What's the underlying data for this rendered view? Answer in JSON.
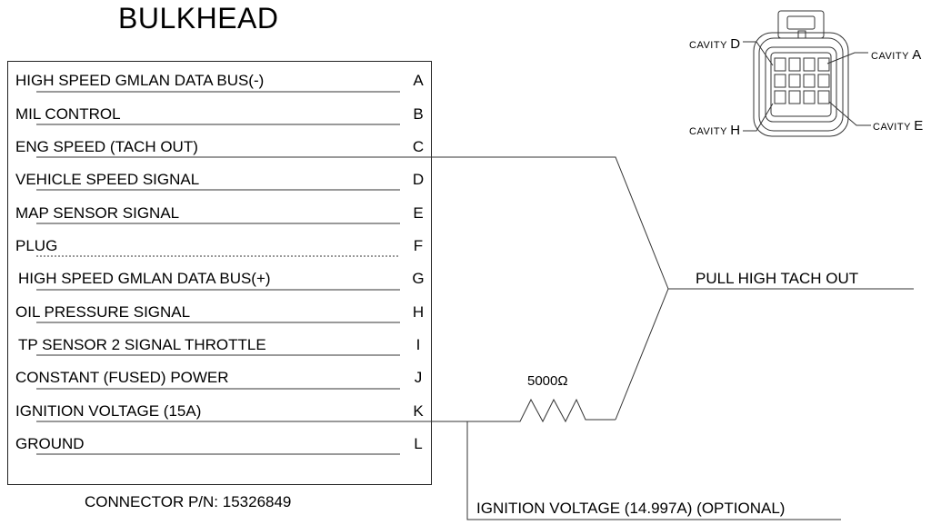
{
  "title": "BULKHEAD",
  "pins": [
    {
      "label": "HIGH SPEED GMLAN DATA BUS(-)",
      "cavity": "A"
    },
    {
      "label": "MIL CONTROL",
      "cavity": "B"
    },
    {
      "label": "ENG SPEED (TACH OUT)",
      "cavity": "C"
    },
    {
      "label": "VEHICLE SPEED SIGNAL",
      "cavity": "D"
    },
    {
      "label": "MAP SENSOR SIGNAL",
      "cavity": "E"
    },
    {
      "label": "PLUG",
      "cavity": "F"
    },
    {
      "label": "HIGH SPEED GMLAN DATA BUS(+)",
      "cavity": "G"
    },
    {
      "label": "OIL PRESSURE SIGNAL",
      "cavity": "H"
    },
    {
      "label": "TP SENSOR 2 SIGNAL THROTTLE",
      "cavity": "I"
    },
    {
      "label": "CONSTANT (FUSED) POWER",
      "cavity": "J"
    },
    {
      "label": "IGNITION VOLTAGE (15A)",
      "cavity": "K"
    },
    {
      "label": "GROUND",
      "cavity": "L"
    }
  ],
  "connector_pn": "CONNECTOR P/N: 15326849",
  "tach_label": "PULL HIGH TACH OUT",
  "resistor_label": "5000Ω",
  "optional_label": "IGNITION VOLTAGE (14.997A) (OPTIONAL)",
  "cavity_labels": {
    "d_prefix": "CAVITY",
    "d_letter": "D",
    "a_prefix": "CAVITY",
    "a_letter": "A",
    "h_prefix": "CAVITY",
    "h_letter": "H",
    "e_prefix": "CAVITY",
    "e_letter": "E"
  }
}
